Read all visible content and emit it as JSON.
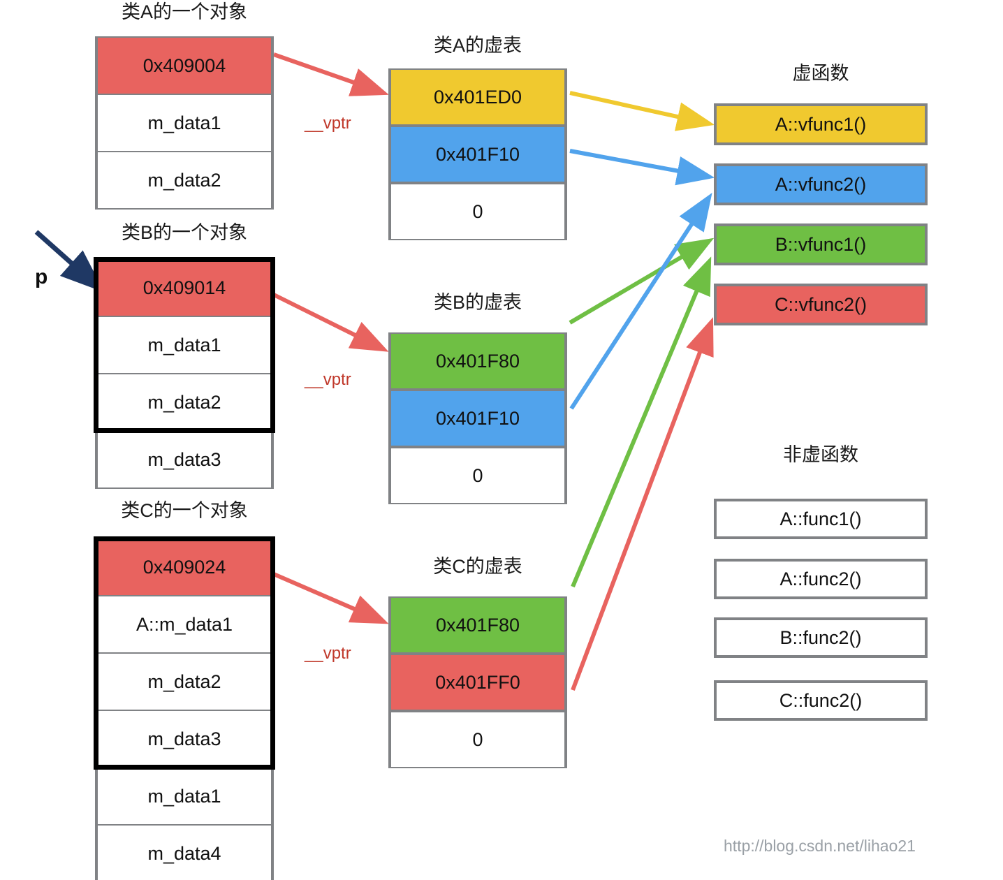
{
  "diagram": {
    "title_objects_a": "类A的一个对象",
    "title_objects_b": "类B的一个对象",
    "title_objects_c": "类C的一个对象",
    "title_vtable_a": "类A的虚表",
    "title_vtable_b": "类B的虚表",
    "title_vtable_c": "类C的虚表",
    "title_virtual_functions": "虚函数",
    "title_nonvirtual_functions": "非虚函数",
    "pointer_label": "p",
    "vptr_label_a": "__vptr",
    "vptr_label_b": "__vptr",
    "vptr_label_c": "__vptr",
    "watermark": "http://blog.csdn.net/lihao21"
  },
  "colors": {
    "red": "#e8635f",
    "yellow": "#f0c92f",
    "blue": "#51a3ec",
    "green": "#6fbf44",
    "border_gray": "#808285",
    "emphasis_black": "#000000",
    "pointer_navy": "#1f3864",
    "vptr_text_red": "#c0392b"
  },
  "object_a": {
    "rows": [
      {
        "text": "0x409004",
        "fill": "red"
      },
      {
        "text": "m_data1",
        "fill": "plain"
      },
      {
        "text": "m_data2",
        "fill": "plain"
      }
    ]
  },
  "object_b": {
    "rows": [
      {
        "text": "0x409014",
        "fill": "red",
        "emphasized": true
      },
      {
        "text": "m_data1",
        "fill": "plain",
        "emphasized": true
      },
      {
        "text": "m_data2",
        "fill": "plain",
        "emphasized": true
      },
      {
        "text": "m_data3",
        "fill": "plain",
        "emphasized": false
      }
    ]
  },
  "object_c": {
    "rows": [
      {
        "text": "0x409024",
        "fill": "red",
        "emphasized": true
      },
      {
        "text": "A::m_data1",
        "fill": "plain",
        "emphasized": true
      },
      {
        "text": "m_data2",
        "fill": "plain",
        "emphasized": true
      },
      {
        "text": "m_data3",
        "fill": "plain",
        "emphasized": true
      },
      {
        "text": "m_data1",
        "fill": "plain",
        "emphasized": false
      },
      {
        "text": "m_data4",
        "fill": "plain",
        "emphasized": false
      }
    ]
  },
  "vtable_a": {
    "rows": [
      {
        "text": "0x401ED0",
        "fill": "yellow"
      },
      {
        "text": "0x401F10",
        "fill": "blue"
      },
      {
        "text": "0",
        "fill": "plain"
      }
    ]
  },
  "vtable_b": {
    "rows": [
      {
        "text": "0x401F80",
        "fill": "green"
      },
      {
        "text": "0x401F10",
        "fill": "blue"
      },
      {
        "text": "0",
        "fill": "plain"
      }
    ]
  },
  "vtable_c": {
    "rows": [
      {
        "text": "0x401F80",
        "fill": "green"
      },
      {
        "text": "0x401FF0",
        "fill": "red"
      },
      {
        "text": "0",
        "fill": "plain"
      }
    ]
  },
  "virtual_functions": [
    {
      "text": "A::vfunc1()",
      "fill": "yellow"
    },
    {
      "text": "A::vfunc2()",
      "fill": "blue"
    },
    {
      "text": "B::vfunc1()",
      "fill": "green"
    },
    {
      "text": "C::vfunc2()",
      "fill": "red"
    }
  ],
  "nonvirtual_functions": [
    {
      "text": "A::func1()",
      "fill": "plain"
    },
    {
      "text": "A::func2()",
      "fill": "plain"
    },
    {
      "text": "B::func2()",
      "fill": "plain"
    },
    {
      "text": "C::func2()",
      "fill": "plain"
    }
  ]
}
